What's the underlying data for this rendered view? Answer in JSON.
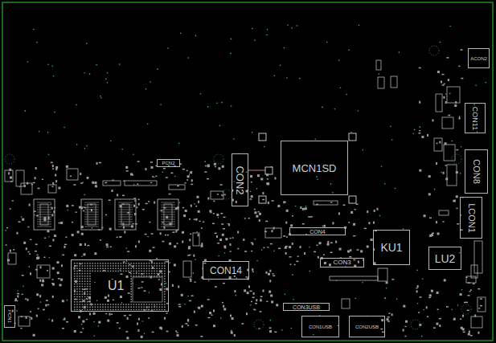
{
  "diagram": {
    "nodes": [
      {
        "text": [
          "ACON2"
        ]
      },
      {
        "text": [
          "CON11"
        ]
      },
      {
        "text": [
          "MCN1SD"
        ]
      },
      {
        "text": [
          "CON8"
        ]
      },
      {
        "text": [
          "CON2"
        ]
      },
      {
        "text": [
          "PCN2"
        ]
      },
      {
        "text": [
          "LCON1"
        ]
      },
      {
        "text": [
          "CON4"
        ]
      },
      {
        "text": [
          "KU1"
        ]
      },
      {
        "text": [
          "LU2"
        ]
      },
      {
        "text": [
          "CON3"
        ]
      },
      {
        "text": [
          "CON14"
        ]
      },
      {
        "text": [
          "U1"
        ]
      },
      {
        "text": [
          "CON3USB"
        ]
      },
      {
        "text": [
          "PCN1"
        ]
      },
      {
        "text": [
          "CON1USB"
        ]
      },
      {
        "text": [
          "CON2USB"
        ]
      }
    ]
  }
}
